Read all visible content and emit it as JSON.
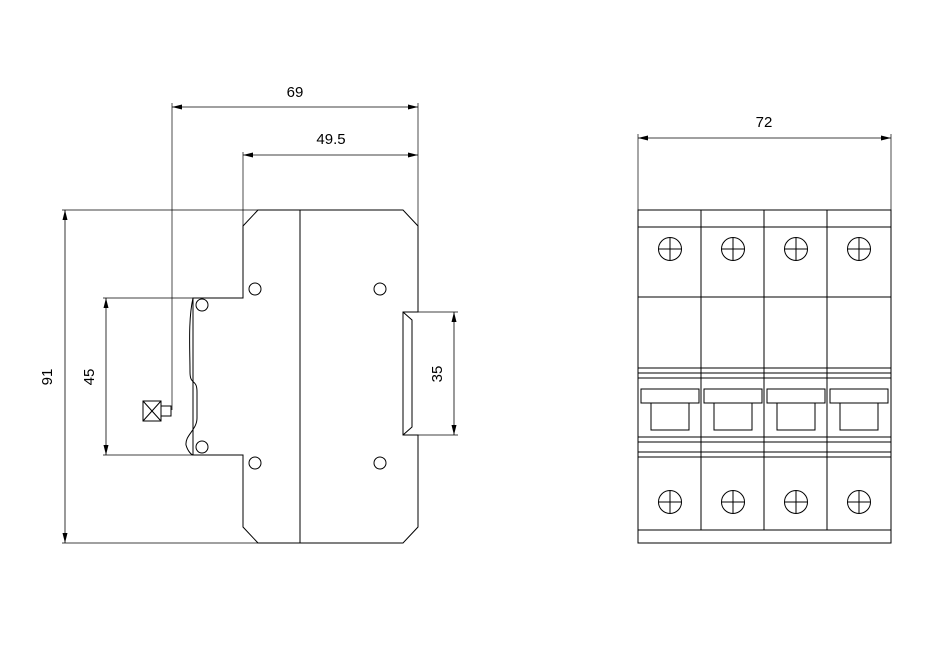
{
  "side_view": {
    "dimensions": {
      "overall_depth": "69",
      "front_depth": "49.5",
      "overall_height": "91",
      "front_height": "45",
      "rail_width": "35"
    }
  },
  "front_view": {
    "dimensions": {
      "width": "72"
    },
    "pole_count": 4
  }
}
